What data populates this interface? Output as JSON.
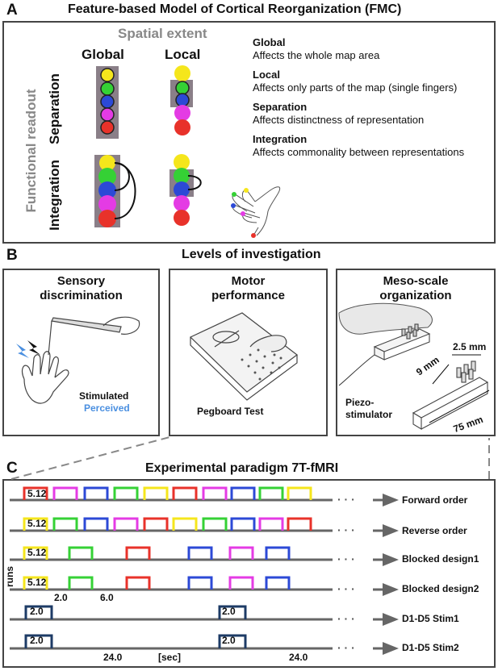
{
  "panelA": {
    "letter": "A",
    "title": "Feature-based Model of Cortical Reorganization (FMC)",
    "spatial_extent": "Spatial extent",
    "functional_readout": "Functional readout",
    "col_global": "Global",
    "col_local": "Local",
    "row_separation": "Separation",
    "row_integration": "Integration",
    "definitions": [
      {
        "term": "Global",
        "desc": "Affects the whole map area"
      },
      {
        "term": "Local",
        "desc": "Affects only parts of the map (single fingers)"
      },
      {
        "term": "Separation",
        "desc": "Affects distinctness of representation"
      },
      {
        "term": "Integration",
        "desc": "Affects commonality between representations"
      }
    ],
    "finger_colors": [
      "#f5e61c",
      "#35d135",
      "#2c49d6",
      "#e43be4",
      "#e8322a"
    ]
  },
  "panelB": {
    "letter": "B",
    "title": "Levels of investigation",
    "boxes": [
      {
        "title_line1": "Sensory",
        "title_line2": "discrimination"
      },
      {
        "title_line1": "Motor",
        "title_line2": "performance"
      },
      {
        "title_line1": "Meso-scale",
        "title_line2": "organization"
      }
    ],
    "stimulated": "Stimulated",
    "perceived": "Perceived",
    "pegboard": "Pegboard Test",
    "piezo_line1": "Piezo-",
    "piezo_line2": "stimulator",
    "dim_9mm": "9 mm",
    "dim_25mm": "2.5 mm",
    "dim_75mm": "75 mm",
    "perceived_color": "#4a8fe0"
  },
  "panelC": {
    "letter": "C",
    "title": "Experimental paradigm 7T-fMRI",
    "runs_label": "runs",
    "dots": "· · ·",
    "rows": [
      {
        "label": "Forward order",
        "first": "5.12"
      },
      {
        "label": "Reverse order",
        "first": "5.12"
      },
      {
        "label": "Blocked design1",
        "first": "5.12"
      },
      {
        "label": "Blocked design2",
        "first": "5.12"
      },
      {
        "label": "D1-D5 Stim1",
        "first": "2.0"
      },
      {
        "label": "D1-D5 Stim2",
        "first": "2.0"
      }
    ],
    "stim2_second": "2.0",
    "stim1_second": "2.0",
    "t_20": "2.0",
    "t_60": "6.0",
    "t_240a": "24.0",
    "t_sec": "[sec]",
    "t_240b": "24.0",
    "stim_color": "#1d3b66"
  }
}
